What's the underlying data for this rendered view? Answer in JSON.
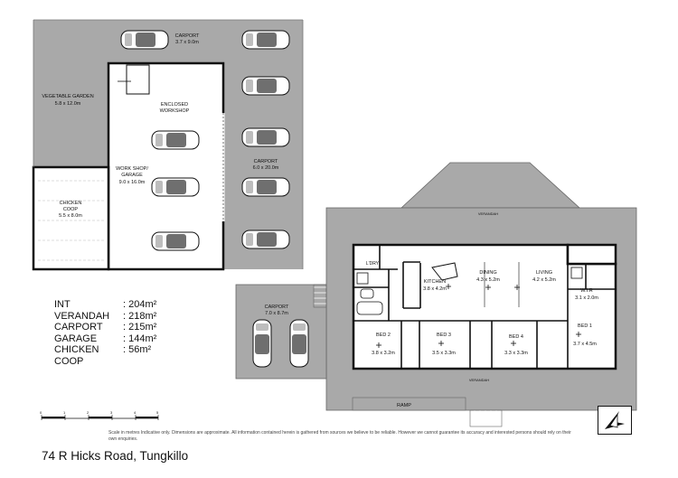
{
  "colors": {
    "grey_area": "#a9a9a9",
    "wall": "#1a1a1a",
    "paper": "#ffffff",
    "car_body": "#6f6f6f"
  },
  "labels": {
    "carport_top": {
      "name": "CARPORT",
      "dims": "3.7 x 9.0m"
    },
    "vegetable_garden": {
      "name": "VEGETABLE GARDEN",
      "dims": "5.8 x 12.0m"
    },
    "enclosed_workshop": {
      "line1": "ENCLOSED",
      "line2": "WORKSHOP"
    },
    "workshop_garage": {
      "line1": "WORK SHOP/",
      "line2": "GARAGE",
      "dims": "9.0 x 16.0m"
    },
    "chicken_coop": {
      "line1": "CHICKEN",
      "line2": "COOP",
      "dims": "5.5 x 8.0m"
    },
    "carport_right": {
      "name": "CARPORT",
      "dims": "6.0 x 20.0m"
    },
    "verandah_top": "VERANDAH",
    "verandah_bottom": "VERANDAH",
    "carport_front": {
      "name": "CARPORT",
      "dims": "7.0 x 8.7m"
    },
    "ldry": "L'DRY",
    "kitchen": {
      "name": "KITCHEN",
      "dims": "3.8 x 4.2m"
    },
    "dining": {
      "name": "DINING",
      "dims": "4.3 x 5.2m"
    },
    "living": {
      "name": "LIVING",
      "dims": "4.2 x 5.2m"
    },
    "wir": {
      "name": "W.I.R",
      "dims": "3.1 x 2.0m"
    },
    "bed1": {
      "name": "BED 1",
      "dims": "3.7 x 4.5m"
    },
    "bed2": {
      "name": "BED 2",
      "dims": "3.8 x 3.2m"
    },
    "bed3": {
      "name": "BED 3",
      "dims": "3.5 x 3.3m"
    },
    "bed4": {
      "name": "BED 4",
      "dims": "3.3 x 3.3m"
    },
    "ramp": "RAMP"
  },
  "scale": {
    "ticks": [
      "0",
      "1",
      "2",
      "3",
      "4",
      "5"
    ]
  },
  "areas": [
    {
      "name": "INT",
      "value": ": 204m²"
    },
    {
      "name": "VERANDAH",
      "value": ": 218m²"
    },
    {
      "name": "CARPORT",
      "value": ": 215m²"
    },
    {
      "name": "GARAGE",
      "value": ": 144m²"
    },
    {
      "name": "CHICKEN COOP",
      "value": ": 56m²"
    }
  ],
  "disclaimer": "Scale in metres Indicative only. Dimensions are approximate. All information contained herein is gathered from sources we believe to be reliable. However we cannot guarantee its accuracy and interested persons should rely on their own enquiries.",
  "address": "74 R Hicks Road, Tungkillo"
}
